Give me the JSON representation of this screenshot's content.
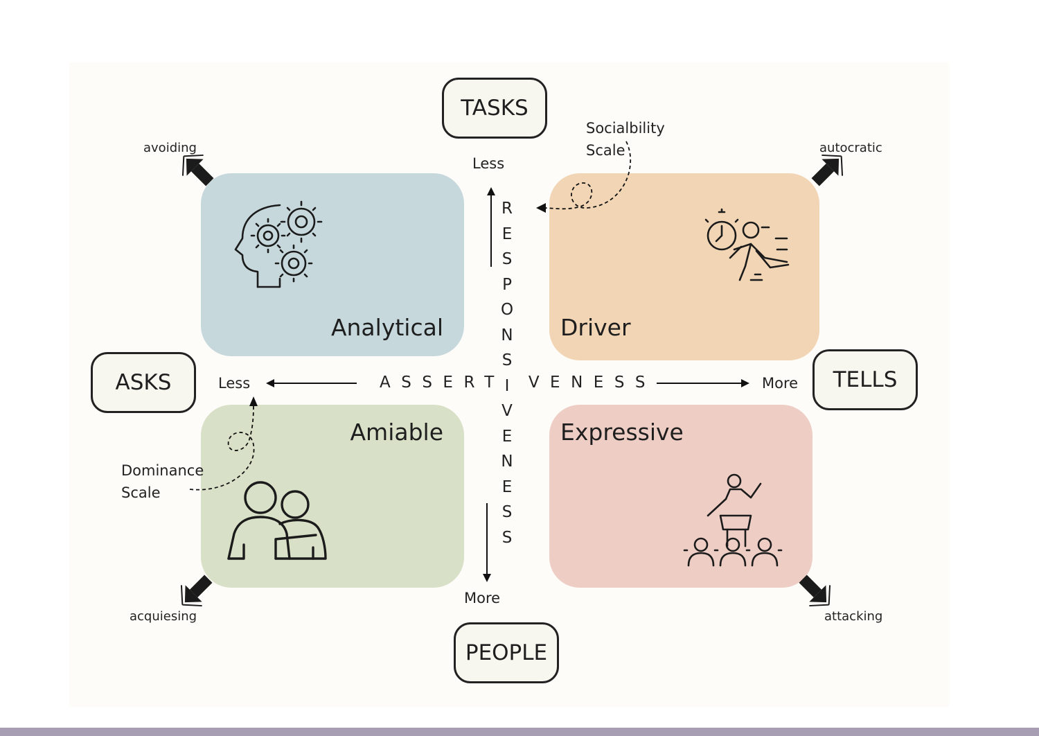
{
  "quadrants": {
    "analytical": {
      "label": "Analytical",
      "color": "#c6d8dc",
      "icon": "gears-head-icon"
    },
    "driver": {
      "label": "Driver",
      "color": "#f1d5b4",
      "icon": "running-stopwatch-icon"
    },
    "amiable": {
      "label": "Amiable",
      "color": "#d8e1c7",
      "icon": "friends-hug-icon"
    },
    "expressive": {
      "label": "Expressive",
      "color": "#eecdc4",
      "icon": "speaker-audience-icon"
    }
  },
  "poles": {
    "top": "TASKS",
    "bottom": "PEOPLE",
    "left": "ASKS",
    "right": "TELLS"
  },
  "responsiveness_axis": {
    "title": "RESPONSIVENESS",
    "letters": [
      "R",
      "E",
      "S",
      "P",
      "O",
      "N",
      "S",
      "I",
      "V",
      "E",
      "N",
      "E",
      "S",
      "S"
    ],
    "less_label": "Less",
    "more_label": "More"
  },
  "assertiveness_axis": {
    "title_left": "ASSERT",
    "title_right": "VENESS",
    "less_label": "Less",
    "more_label": "More"
  },
  "scales": {
    "sociability": [
      "Socialbility",
      "Scale"
    ],
    "dominance": [
      "Dominance",
      "Scale"
    ]
  },
  "extremes": {
    "top_left": "avoiding",
    "top_right": "autocratic",
    "bottom_left": "acquiesing",
    "bottom_right": "attacking"
  }
}
